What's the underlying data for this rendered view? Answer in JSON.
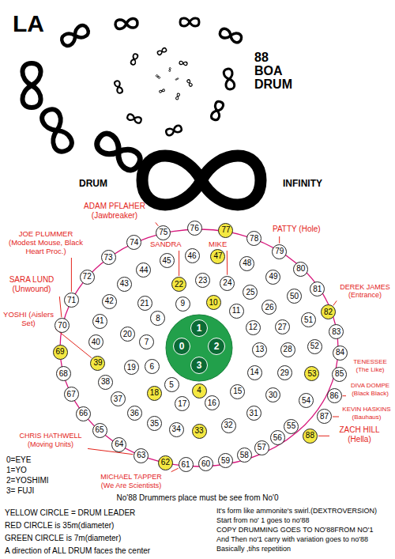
{
  "diagram": {
    "title": "88 BOA DRUM",
    "nodes": [
      {
        "text": [
          "0"
        ]
      },
      {
        "text": [
          "1"
        ]
      },
      {
        "text": [
          "2"
        ]
      },
      {
        "text": [
          "3"
        ]
      },
      {
        "text": [
          "4"
        ]
      },
      {
        "text": [
          "5"
        ]
      },
      {
        "text": [
          "6"
        ]
      },
      {
        "text": [
          "7"
        ]
      },
      {
        "text": [
          "8"
        ]
      },
      {
        "text": [
          "9"
        ]
      },
      {
        "text": [
          "10"
        ]
      },
      {
        "text": [
          "11"
        ]
      },
      {
        "text": [
          "12"
        ]
      },
      {
        "text": [
          "13"
        ]
      },
      {
        "text": [
          "14"
        ]
      },
      {
        "text": [
          "15"
        ]
      },
      {
        "text": [
          "16"
        ]
      },
      {
        "text": [
          "17"
        ]
      },
      {
        "text": [
          "18"
        ]
      },
      {
        "text": [
          "19"
        ]
      },
      {
        "text": [
          "20"
        ]
      },
      {
        "text": [
          "21"
        ]
      },
      {
        "text": [
          "22"
        ]
      },
      {
        "text": [
          "23"
        ]
      },
      {
        "text": [
          "24"
        ]
      },
      {
        "text": [
          "25"
        ]
      },
      {
        "text": [
          "26"
        ]
      },
      {
        "text": [
          "27"
        ]
      },
      {
        "text": [
          "28"
        ]
      },
      {
        "text": [
          "29"
        ]
      },
      {
        "text": [
          "30"
        ]
      },
      {
        "text": [
          "31"
        ]
      },
      {
        "text": [
          "32"
        ]
      },
      {
        "text": [
          "33"
        ]
      },
      {
        "text": [
          "34"
        ]
      },
      {
        "text": [
          "35"
        ]
      },
      {
        "text": [
          "36"
        ]
      },
      {
        "text": [
          "37"
        ]
      },
      {
        "text": [
          "38"
        ]
      },
      {
        "text": [
          "39"
        ]
      },
      {
        "text": [
          "40"
        ]
      },
      {
        "text": [
          "41"
        ]
      },
      {
        "text": [
          "42"
        ]
      },
      {
        "text": [
          "43"
        ]
      },
      {
        "text": [
          "44"
        ]
      },
      {
        "text": [
          "45"
        ]
      },
      {
        "text": [
          "46"
        ]
      },
      {
        "text": [
          "47"
        ]
      },
      {
        "text": [
          "48"
        ]
      },
      {
        "text": [
          "49"
        ]
      },
      {
        "text": [
          "50"
        ]
      },
      {
        "text": [
          "51"
        ]
      },
      {
        "text": [
          "52"
        ]
      },
      {
        "text": [
          "53"
        ]
      },
      {
        "text": [
          "54"
        ]
      },
      {
        "text": [
          "55"
        ]
      },
      {
        "text": [
          "56"
        ]
      },
      {
        "text": [
          "57"
        ]
      },
      {
        "text": [
          "58"
        ]
      },
      {
        "text": [
          "59"
        ]
      },
      {
        "text": [
          "60"
        ]
      },
      {
        "text": [
          "61"
        ]
      },
      {
        "text": [
          "62"
        ]
      },
      {
        "text": [
          "63"
        ]
      },
      {
        "text": [
          "64"
        ]
      },
      {
        "text": [
          "65"
        ]
      },
      {
        "text": [
          "66"
        ]
      },
      {
        "text": [
          "67"
        ]
      },
      {
        "text": [
          "68"
        ]
      },
      {
        "text": [
          "69"
        ]
      },
      {
        "text": [
          "70"
        ]
      },
      {
        "text": [
          "71"
        ]
      },
      {
        "text": [
          "72"
        ]
      },
      {
        "text": [
          "73"
        ]
      },
      {
        "text": [
          "74"
        ]
      },
      {
        "text": [
          "75"
        ]
      },
      {
        "text": [
          "76"
        ]
      },
      {
        "text": [
          "77"
        ]
      },
      {
        "text": [
          "78"
        ]
      },
      {
        "text": [
          "79"
        ]
      },
      {
        "text": [
          "80"
        ]
      },
      {
        "text": [
          "81"
        ]
      },
      {
        "text": [
          "82"
        ]
      },
      {
        "text": [
          "83"
        ]
      },
      {
        "text": [
          "84"
        ]
      },
      {
        "text": [
          "85"
        ]
      },
      {
        "text": [
          "86"
        ]
      },
      {
        "text": [
          "87"
        ]
      },
      {
        "text": [
          "88"
        ]
      }
    ],
    "labels": [
      "LA",
      "DRUM",
      "INFINITY",
      "ADAM PFLAHER (Jawbreaker)",
      "PATTY (Hole)",
      "JOE PLUMMER (Modest Mouse, Black Heart Proc.)",
      "SARA LUND (Unwound)",
      "SANDRA",
      "MIKE",
      "DEREK JAMES (Entrance)",
      "YOSHI (Aislers Set)",
      "TENESSEE (The Like)",
      "DIVA DOMPE (Black Black)",
      "KEVIN HASKINS (Bauhaus)",
      "ZACH HILL (Hella)",
      "CHRIS HATHWELL (Moving Units)",
      "MICHAEL TAPPER (We Are Scientists)",
      "0=EYE",
      "1=YO",
      "2=YOSHIMI",
      "3= FUJI",
      "No'88 Drummers place must be see from No'0",
      "YELLOW CIRCLE = DRUM LEADER",
      "RED CIRCLE is 35m(diameter)",
      "GREEN CIRCLE is 7m(diameter)",
      "A direction of ALL DRUM faces the center",
      "It's form like ammonite's swirl.(DEXTROVERSION)",
      "Start from no' 1 goes to no'88",
      "COPY DRUMMING GOES TO NO'88FROM NO'1",
      "And Then no'1 carry with variation goes to no'88",
      "Basically ,tihs repetition"
    ]
  }
}
